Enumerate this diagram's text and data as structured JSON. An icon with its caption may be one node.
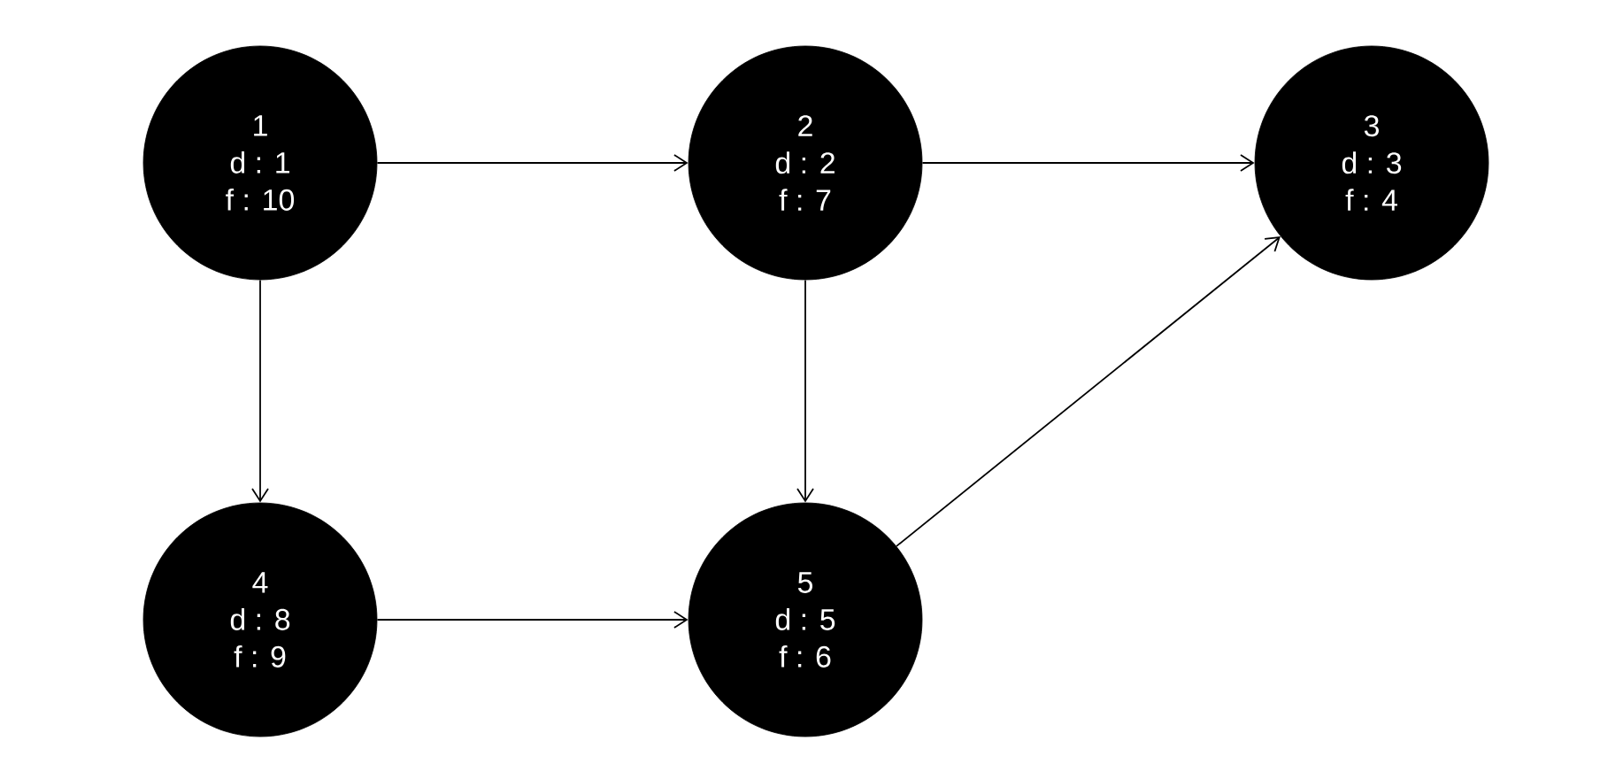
{
  "diagram": {
    "nodes": [
      {
        "text": [
          "1",
          "d : 1",
          "f : 10"
        ]
      },
      {
        "text": [
          "2",
          "d : 2",
          "f : 7"
        ]
      },
      {
        "text": [
          "3",
          "d : 3",
          "f : 4"
        ]
      },
      {
        "text": [
          "4",
          "d : 8",
          "f : 9"
        ]
      },
      {
        "text": [
          "5",
          "d : 5",
          "f : 6"
        ]
      }
    ],
    "edges": [
      {
        "from": 0,
        "to": 1,
        "arrow": "to"
      },
      {
        "from": 1,
        "to": 2,
        "arrow": "to"
      },
      {
        "from": 0,
        "to": 3,
        "arrow": "to"
      },
      {
        "from": 1,
        "to": 4,
        "arrow": "to"
      },
      {
        "from": 3,
        "to": 4,
        "arrow": "to"
      },
      {
        "from": 4,
        "to": 2,
        "arrow": "to"
      }
    ]
  }
}
